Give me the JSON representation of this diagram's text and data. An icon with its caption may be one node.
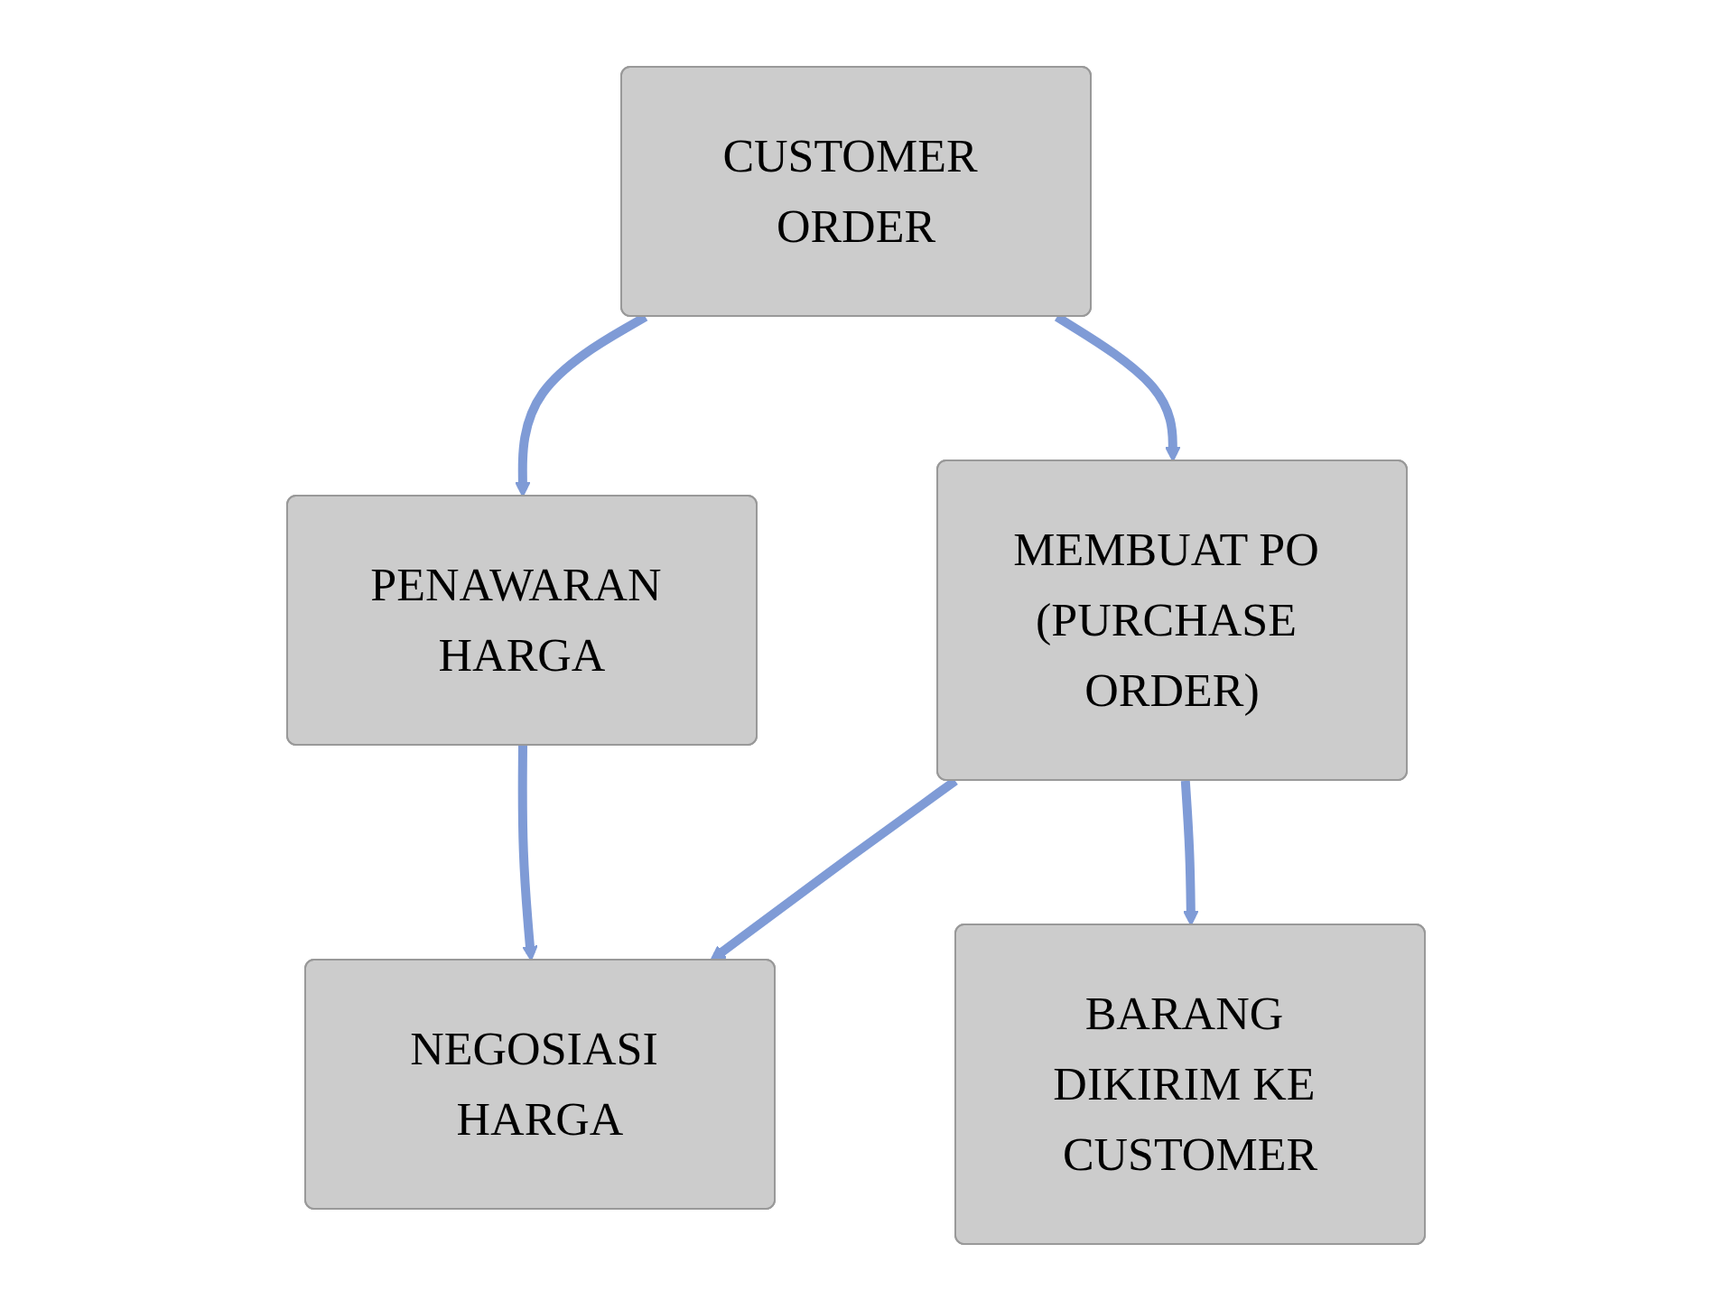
{
  "diagram": {
    "nodes": [
      {
        "text": [
          "CUSTOMER ORDER"
        ]
      },
      {
        "text": [
          "PENAWARAN HARGA"
        ]
      },
      {
        "text": [
          "MEMBUAT PO (PURCHASE ORDER)"
        ]
      },
      {
        "text": [
          "NEGOSIASI HARGA"
        ]
      },
      {
        "text": [
          "BARANG DIKIRIM KE CUSTOMER"
        ]
      }
    ],
    "edges": [
      {
        "from": 0,
        "to": 1,
        "arrow": "to"
      },
      {
        "from": 0,
        "to": 2,
        "arrow": "to"
      },
      {
        "from": 1,
        "to": 3,
        "arrow": "to"
      },
      {
        "from": 2,
        "to": 3,
        "arrow": "to"
      },
      {
        "from": 2,
        "to": 4,
        "arrow": "to"
      }
    ]
  }
}
